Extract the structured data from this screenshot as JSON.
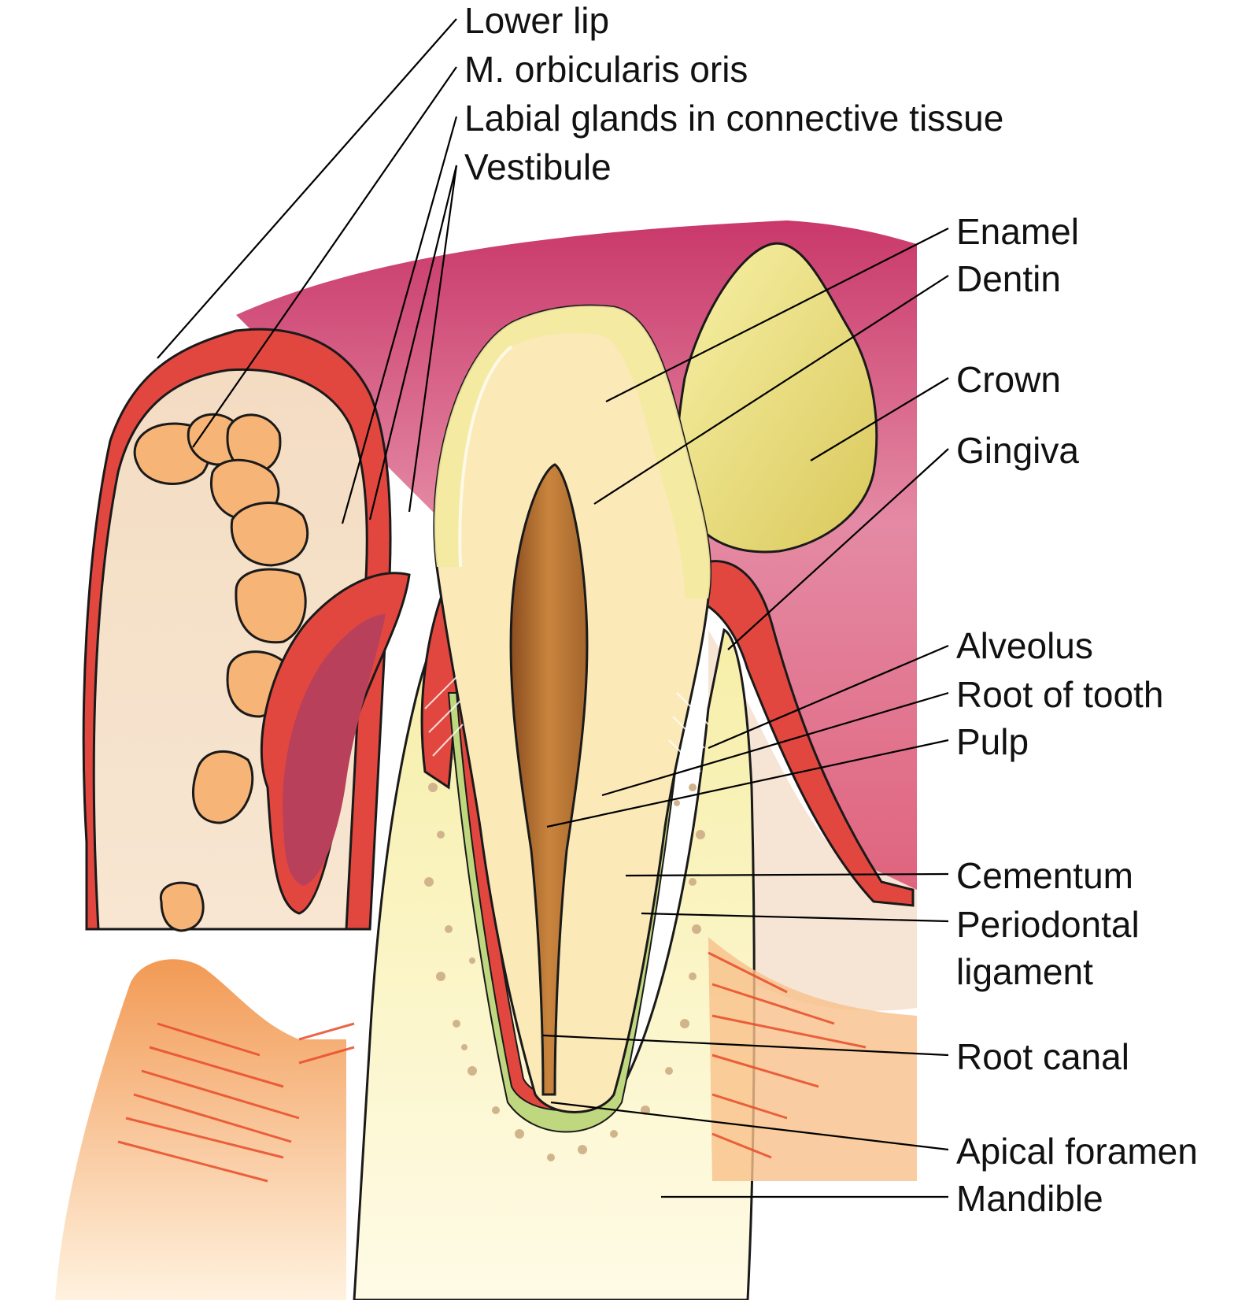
{
  "labels": {
    "lower_lip": "Lower lip",
    "orbicularis": "M. orbicularis oris",
    "labial_glands": "Labial glands in connective tissue",
    "vestibule": "Vestibule",
    "enamel": "Enamel",
    "dentin": "Dentin",
    "crown": "Crown",
    "gingiva": "Gingiva",
    "alveolus": "Alveolus",
    "root_of_tooth": "Root of tooth",
    "pulp": "Pulp",
    "cementum": "Cementum",
    "periodontal_1": "Periodontal",
    "periodontal_2": "ligament",
    "root_canal": "Root canal",
    "apical_foramen": "Apical foramen",
    "mandible": "Mandible"
  },
  "colors": {
    "lip_pink": "#d9577a",
    "lip_red": "#e2473f",
    "connective_tan": "#f1d7bd",
    "gland_orange": "#f7b477",
    "enamel_yellow": "#f4eaa0",
    "dentin_cream": "#fbe9b8",
    "pulp_brown": "#b0682e",
    "bone_yellow": "#f8f0b0",
    "ligament_green": "#bfd77e",
    "muscle_orange": "#f08a45"
  }
}
